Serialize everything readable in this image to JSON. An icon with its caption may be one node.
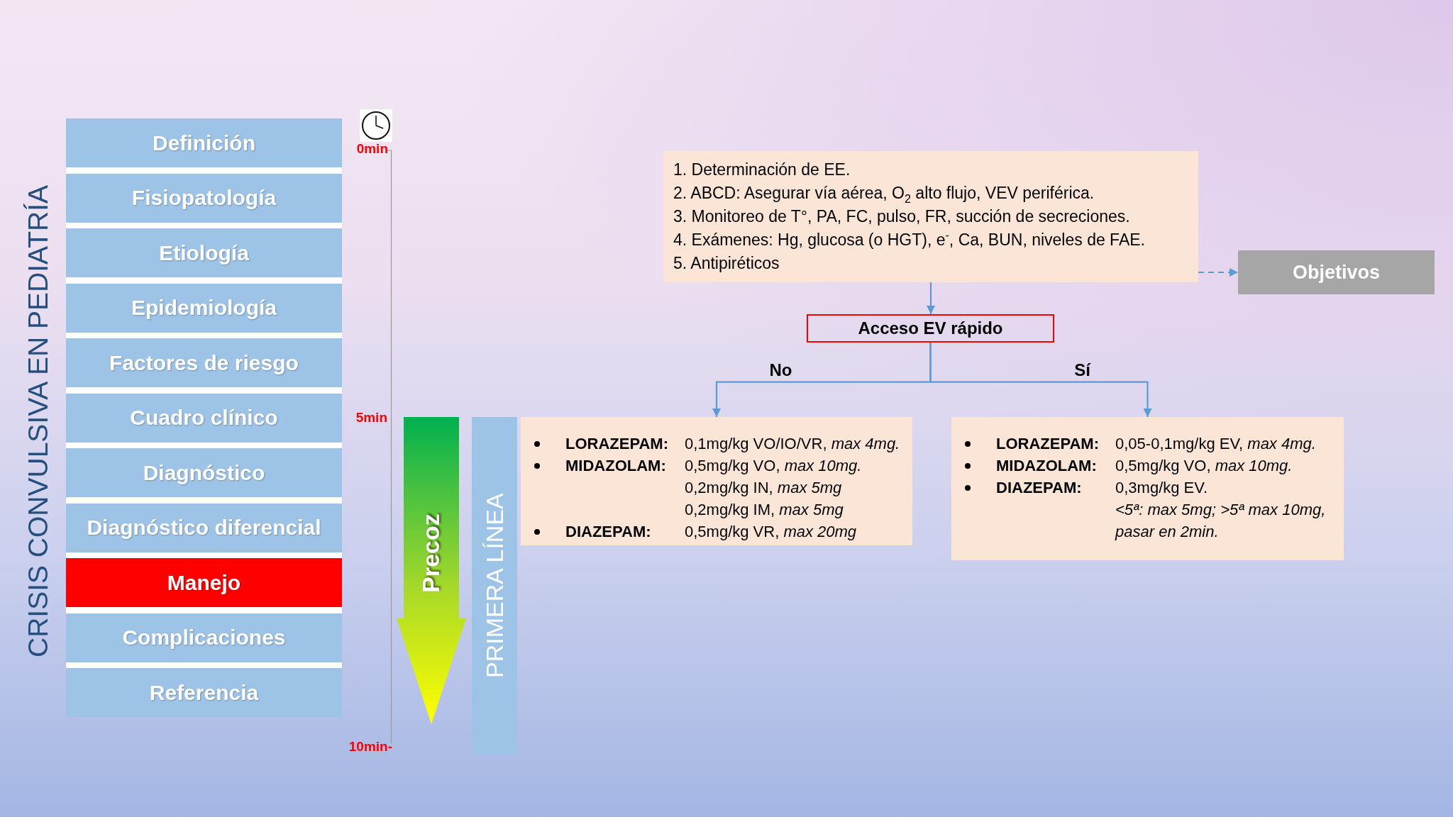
{
  "diagram": {
    "title": "CRISIS CONVULSIVA EN PEDIATRÍA",
    "nodes": [
      {
        "text": [
          "Definición"
        ]
      },
      {
        "text": [
          "Fisiopatología"
        ]
      },
      {
        "text": [
          "Etiología"
        ]
      },
      {
        "text": [
          "Epidemiología"
        ]
      },
      {
        "text": [
          "Factores de riesgo"
        ]
      },
      {
        "text": [
          "Cuadro clínico"
        ]
      },
      {
        "text": [
          "Diagnóstico"
        ]
      },
      {
        "text": [
          "Diagnóstico diferencial"
        ]
      },
      {
        "text": [
          "Manejo"
        ]
      },
      {
        "text": [
          "Complicaciones"
        ]
      },
      {
        "text": [
          "Referencia"
        ]
      },
      {
        "text": [
          "1. Determinación de EE.",
          "2. ABCD: Asegurar vía aérea, O$_{2}$ alto flujo, VEV periférica.",
          "3. Monitoreo de T°, PA, FC, pulso, FR, succión de secreciones.",
          "4. Exámenes: Hg, glucosa (o HGT), e$^{-}$, Ca, BUN, niveles de FAE.",
          "5. Antipiréticos"
        ]
      },
      {
        "text": [
          "Objetivos"
        ]
      },
      {
        "text": [
          "Acceso EV rápido"
        ]
      },
      {
        "text": [
          "PRIMERA LÍNEA"
        ]
      },
      {
        "text": [
          "**LORAZEPAM:** 0,1mg/kg VO/IO/VR, *max 4mg.*",
          "**MIDAZOLAM:** 0,5mg/kg VO, *max 10mg.*",
          "0,2mg/kg IN, *max 5mg*",
          "0,2mg/kg IM, *max 5mg*",
          "**DIAZEPAM:** 0,5mg/kg VR, *max 20mg*"
        ]
      },
      {
        "text": [
          "**LORAZEPAM:** 0,05-0,1mg/kg EV, *max 4mg.*",
          "**MIDAZOLAM:** 0,5mg/kg VO, *max 10mg.*",
          "**DIAZEPAM:** 0,3mg/kg EV.",
          "<5ª: max 5mg; >5ª max 10mg, pasar en 2min."
        ]
      }
    ],
    "edges": [
      {
        "from": 11,
        "to": 12,
        "arrow": "to",
        "style": "dashed"
      },
      {
        "from": 11,
        "to": 13,
        "arrow": "to"
      },
      {
        "from": 13,
        "to": 15,
        "arrow": "to",
        "label": "No"
      },
      {
        "from": 13,
        "to": 16,
        "arrow": "to",
        "label": "Sí"
      }
    ],
    "labels": [
      "0min",
      "5min",
      "Precoz",
      "10min-"
    ]
  }
}
